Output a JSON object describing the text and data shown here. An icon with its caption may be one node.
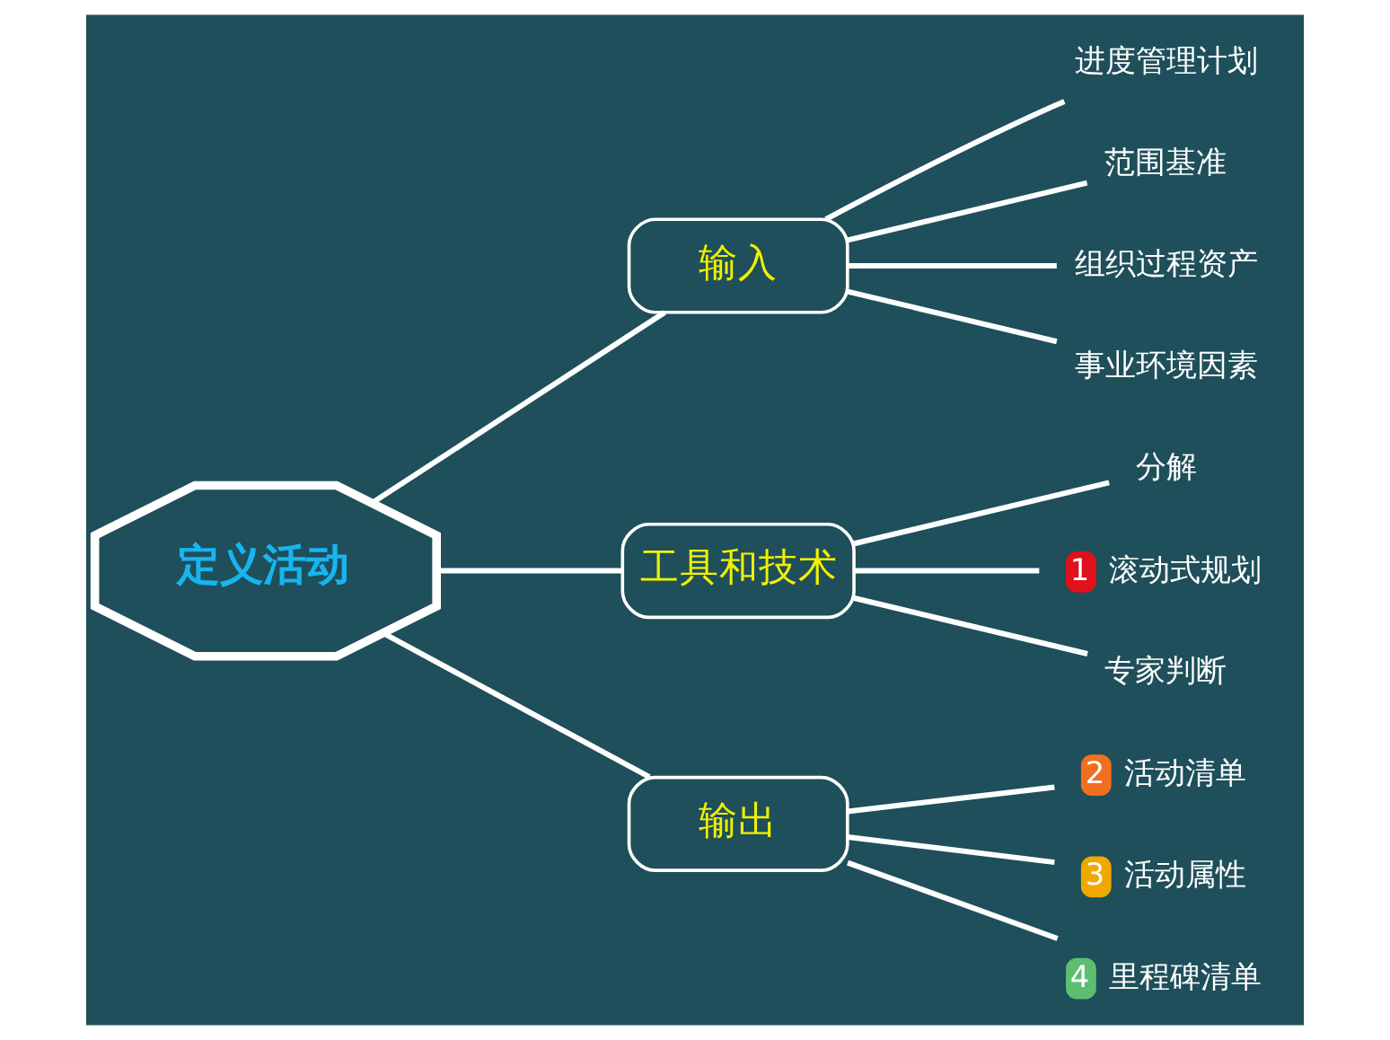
{
  "diagram": {
    "nodes": [
      {
        "text": [
          "定义活动"
        ]
      },
      {
        "text": [
          "输入"
        ]
      },
      {
        "text": [
          "工具和技术"
        ]
      },
      {
        "text": [
          "输出"
        ]
      },
      {
        "text": [
          "进度管理计划"
        ]
      },
      {
        "text": [
          "范围基准"
        ]
      },
      {
        "text": [
          "组织过程资产"
        ]
      },
      {
        "text": [
          "事业环境因素"
        ]
      },
      {
        "text": [
          "分解"
        ]
      },
      {
        "text": [
          "1",
          "滚动式规划"
        ]
      },
      {
        "text": [
          "专家判断"
        ]
      },
      {
        "text": [
          "2",
          "活动清单"
        ]
      },
      {
        "text": [
          "3",
          "活动属性"
        ]
      },
      {
        "text": [
          "4",
          "里程碑清单"
        ]
      }
    ],
    "edges": [
      {
        "from": 0,
        "to": 1,
        "arrow": "none"
      },
      {
        "from": 0,
        "to": 2,
        "arrow": "none"
      },
      {
        "from": 0,
        "to": 3,
        "arrow": "none"
      },
      {
        "from": 1,
        "to": 4,
        "arrow": "none"
      },
      {
        "from": 1,
        "to": 5,
        "arrow": "none"
      },
      {
        "from": 1,
        "to": 6,
        "arrow": "none"
      },
      {
        "from": 1,
        "to": 7,
        "arrow": "none"
      },
      {
        "from": 2,
        "to": 8,
        "arrow": "none"
      },
      {
        "from": 2,
        "to": 9,
        "arrow": "none"
      },
      {
        "from": 2,
        "to": 10,
        "arrow": "none"
      },
      {
        "from": 3,
        "to": 11,
        "arrow": "none"
      },
      {
        "from": 3,
        "to": 12,
        "arrow": "none"
      },
      {
        "from": 3,
        "to": 13,
        "arrow": "none"
      }
    ]
  }
}
